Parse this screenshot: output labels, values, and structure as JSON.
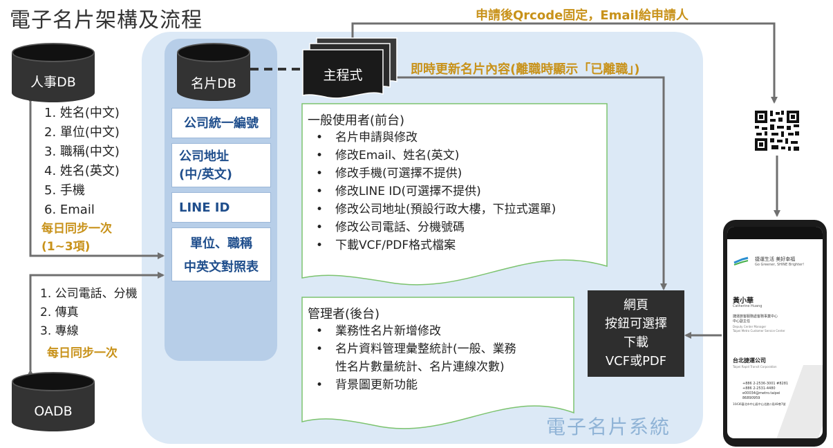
{
  "title": "電子名片架構及流程",
  "system_label": "電子名片系統",
  "hr_db": {
    "label": "人事DB",
    "fields": [
      "1.  姓名(中文)",
      "2.  單位(中文)",
      "3.  職稱(中文)",
      "4.  姓名(英文)",
      "5.  手機",
      "6.  Email"
    ],
    "sync_note_line1": "每日同步一次",
    "sync_note_line2": "(1~3項)"
  },
  "oa_db": {
    "label": "OADB",
    "fields": [
      "1. 公司電話、分機",
      "2. 傳真",
      "3. 專線"
    ],
    "sync_note": "每日同步一次"
  },
  "card_db": {
    "label": "名片DB",
    "items": [
      {
        "lines": [
          "公司統一編號"
        ]
      },
      {
        "lines": [
          "公司地址",
          "(中/英文)"
        ]
      },
      {
        "lines": [
          "LINE ID"
        ]
      },
      {
        "lines": [
          "單位、職稱",
          "中英文對照表"
        ]
      }
    ]
  },
  "main_program": {
    "label": "主程式"
  },
  "qr_note": "申請後Qrcode固定，Email給申請人",
  "update_note": "即時更新名片內容(離職時顯示「已離職」)",
  "frontend": {
    "title": "一般使用者(前台)",
    "items": [
      "名片申請與修改",
      "修改Email、姓名(英文)",
      "修改手機(可選擇不提供)",
      "修改LINE ID(可選擇不提供)",
      "修改公司地址(預設行政大樓，下拉式選單)",
      "修改公司電話、分機號碼",
      "下載VCF/PDF格式檔案"
    ]
  },
  "backend": {
    "title": "管理者(後台)",
    "items": [
      {
        "lines": [
          "業務性名片新增修改"
        ]
      },
      {
        "lines": [
          "名片資料管理彙整統計(一般、業務",
          "性名片數量統計、名片連線次數)"
        ]
      },
      {
        "lines": [
          "背景圖更新功能"
        ]
      }
    ]
  },
  "webpage": {
    "lines": [
      "網頁",
      "按鈕可選擇",
      "下載",
      "VCF或PDF"
    ]
  },
  "phone_card": {
    "slogan_line1": "捷運生活 美好幸福",
    "slogan_line2": "Go Greener, SHINE Brighter!",
    "name": "黃小華",
    "name_en": "Catherine Huang",
    "title_zh_line1": "捷運旅客服務處客務事業中心",
    "title_zh_line2": "中心副主任",
    "title_en_line1": "Deputy Center Manager",
    "title_en_line2": "Taipei Metro Customer Service Center",
    "company": "台北捷運公司",
    "company_en": "Taipei Rapid Transit Corporation",
    "tel1": "+886 2-2536-3001 #8281",
    "tel2": "+886 2-2531-4480",
    "email": "e00034@metro.taipei",
    "line": "86890959",
    "address": "10436臺北市中山區中山北路二段48巷7號"
  },
  "colors": {
    "accent_orange": "#c8921a",
    "box_text_blue": "#1f4e8c",
    "system_panel": "#dce9f6",
    "doc_border_green": "#7cc36e"
  }
}
